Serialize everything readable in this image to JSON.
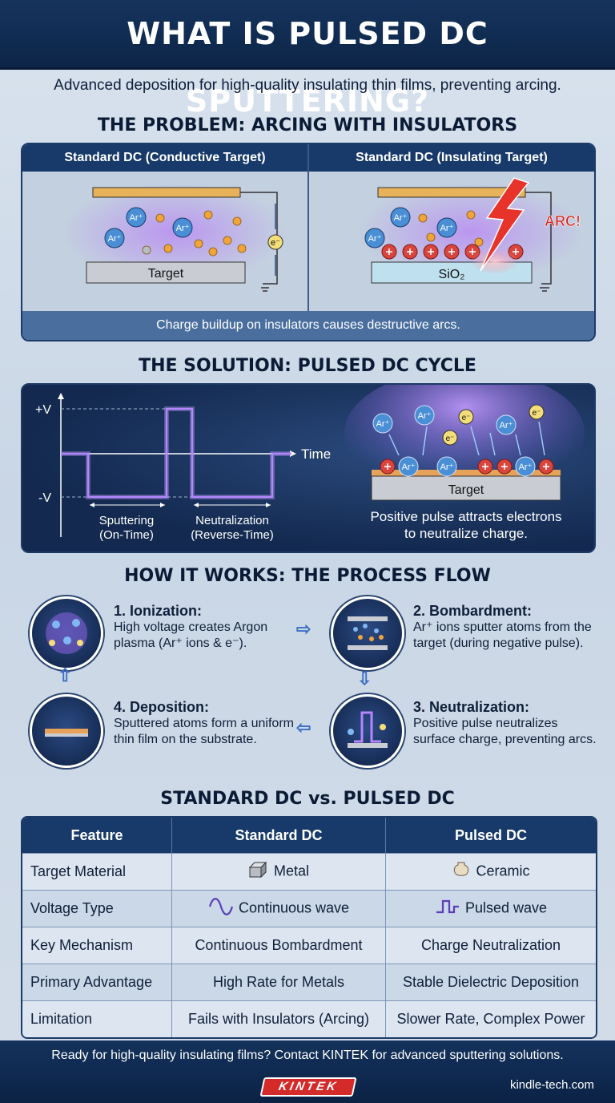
{
  "header": {
    "title": "WHAT IS PULSED DC SPUTTERING?"
  },
  "subtitle": "Advanced deposition for high-quality insulating thin films, preventing arcing.",
  "problem": {
    "heading": "THE PROBLEM: ARCING WITH INSULATORS",
    "left_title": "Standard DC (Conductive Target)",
    "right_title": "Standard DC (Insulating Target)",
    "left_target": "Target",
    "right_target": "SiO₂",
    "ion": "Ar⁺",
    "electron": "e⁻",
    "arc": "ARC!",
    "caption": "Charge buildup on insulators causes destructive arcs."
  },
  "solution": {
    "heading": "THE SOLUTION: PULSED DC CYCLE",
    "plus_v": "+V",
    "minus_v": "-V",
    "time": "Time",
    "sputtering": "Sputtering",
    "on_time": "(On-Time)",
    "neutralization": "Neutralization",
    "reverse_time": "(Reverse-Time)",
    "target": "Target",
    "caption_line1": "Positive pulse attracts electrons",
    "caption_line2": "to neutralize charge."
  },
  "process": {
    "heading": "HOW IT WORKS: THE PROCESS FLOW",
    "steps": [
      {
        "title": "1. Ionization:",
        "text": "High voltage creates Argon plasma (Ar⁺ ions & e⁻)."
      },
      {
        "title": "2. Bombardment:",
        "text": "Ar⁺ ions sputter atoms from the target (during negative pulse)."
      },
      {
        "title": "3. Neutralization:",
        "text": "Positive pulse neutralizes surface charge, preventing arcs."
      },
      {
        "title": "4. Deposition:",
        "text": "Sputtered atoms form a uniform thin film on the substrate."
      }
    ]
  },
  "comparison": {
    "heading": "STANDARD DC vs. PULSED DC",
    "headers": [
      "Feature",
      "Standard DC",
      "Pulsed DC"
    ],
    "rows": [
      [
        "Target Material",
        "Metal",
        "Ceramic"
      ],
      [
        "Voltage Type",
        "Continuous wave",
        "Pulsed wave"
      ],
      [
        "Key Mechanism",
        "Continuous Bombardment",
        "Charge Neutralization"
      ],
      [
        "Primary Advantage",
        "High Rate for Metals",
        "Stable Dielectric Deposition"
      ],
      [
        "Limitation",
        "Fails with Insulators (Arcing)",
        "Slower Rate, Complex Power"
      ]
    ]
  },
  "footer": {
    "cta": "Ready for high-quality insulating films? Contact KINTEK for advanced sputtering solutions.",
    "logo": "KINTEK",
    "site": "kindle-tech.com"
  },
  "colors": {
    "navy": "#173a6a",
    "arc": "#e8332a",
    "ion": "#4a8fd6",
    "atom": "#f0a43a",
    "positive": "#d9443c",
    "pulse": "#a56cf0"
  }
}
